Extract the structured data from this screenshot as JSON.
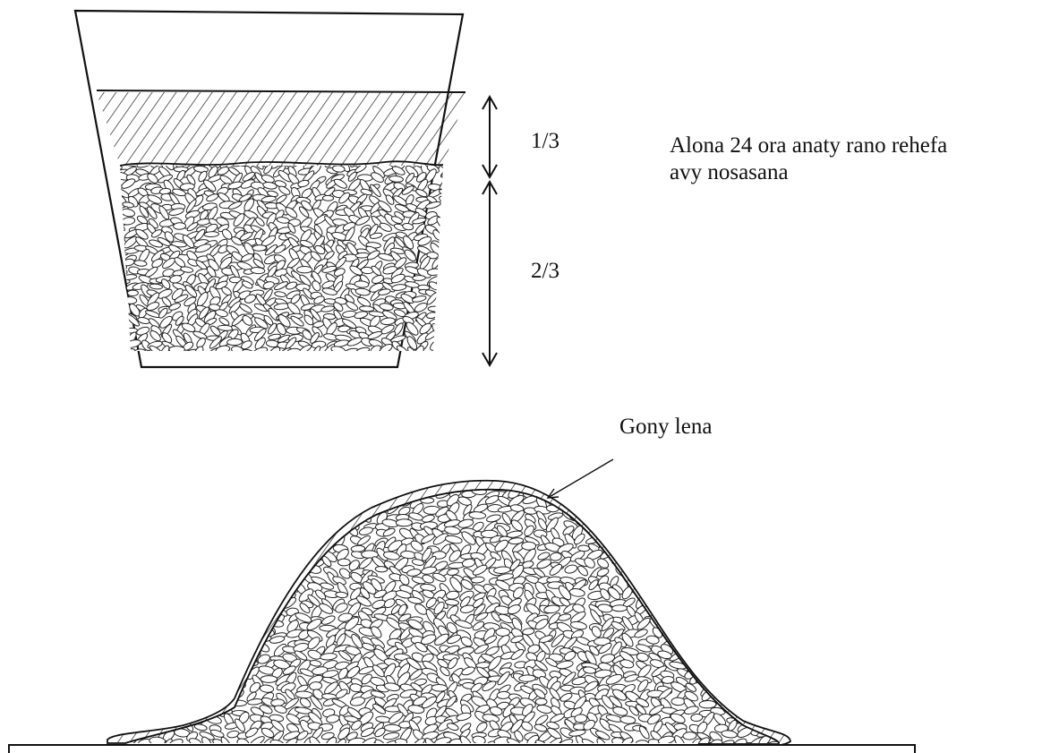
{
  "soaking_stage": {
    "water_fraction_label": "1/3",
    "grain_fraction_label": "2/3",
    "caption_lines": [
      "Alona 24 ora anaty rano rehefa",
      "avy nosasana"
    ]
  },
  "heap_stage": {
    "cover_label": "Gony  lena"
  },
  "colors": {
    "line": "#111111",
    "background": "#ffffff"
  }
}
